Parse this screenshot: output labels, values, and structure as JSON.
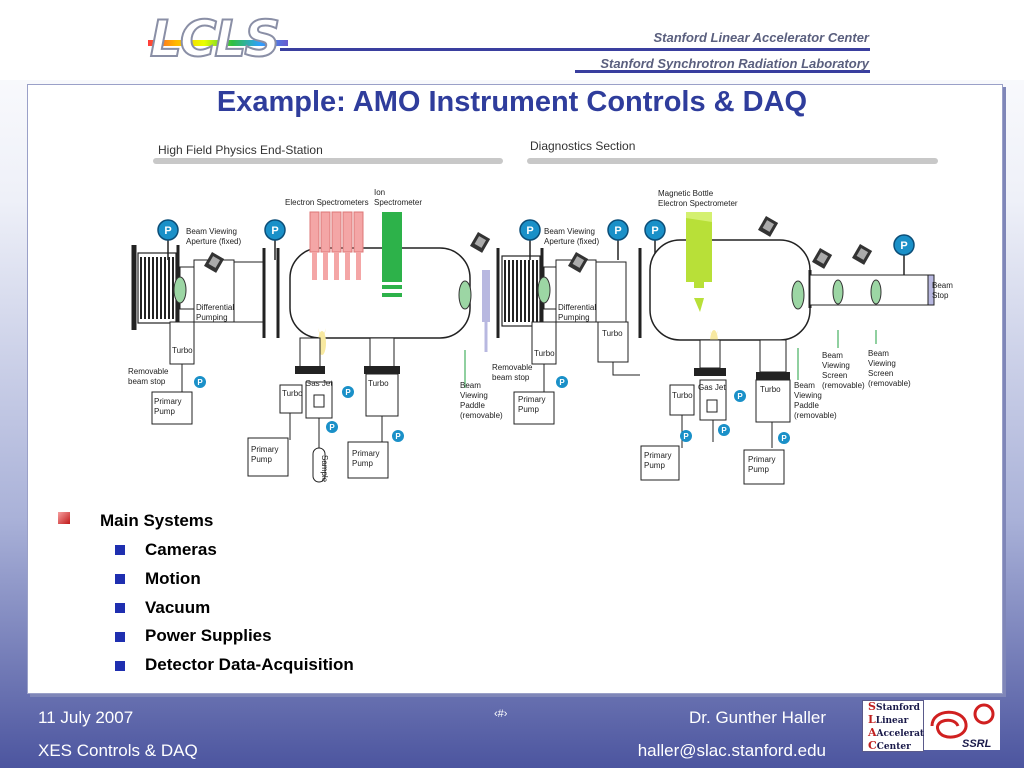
{
  "header": {
    "logo": "LCLS",
    "org_line1": "Stanford Linear Accelerator Center",
    "org_line2": "Stanford Synchrotron Radiation Laboratory"
  },
  "title": "Example: AMO Instrument Controls & DAQ",
  "diagram": {
    "section_left": "High Field Physics End-Station",
    "section_right": "Diagnostics Section",
    "labels": {
      "beam_viewing_aperture": "Beam Viewing Aperture (fixed)",
      "electron_spectrometers": "Electron Spectrometers",
      "ion_spectrometer": "Ion Spectrometer",
      "differential_pumping": "Differential Pumping",
      "turbo": "Turbo",
      "removable_beam_stop": "Removable beam stop",
      "primary_pump": "Primary Pump",
      "gas_jet": "Gas Jet",
      "sample": "Sample",
      "beam_viewing_paddle": "Beam Viewing Paddle (removable)",
      "magnetic_bottle": "Magnetic Bottle Electron Spectrometer",
      "beam_viewing_screen": "Beam Viewing Screen (removable)",
      "beam_stop": "Beam Stop",
      "p": "P"
    }
  },
  "bullets": {
    "main": "Main Systems",
    "subs": [
      "Cameras",
      "Motion",
      "Vacuum",
      "Power Supplies",
      "Detector Data-Acquisition"
    ]
  },
  "footer": {
    "date": "11 July 2007",
    "page": "‹#›",
    "author": "Dr. Gunther Haller",
    "subject": "XES Controls & DAQ",
    "email": "haller@slac.stanford.edu",
    "slac_logo": [
      "Stanford",
      "Linear",
      "Accelerator",
      "Center"
    ],
    "ssrl_logo": "SSRL"
  },
  "colors": {
    "title": "#2f3d9c",
    "p_badge": "#1a90c8",
    "electron_spectrometers": "#f4a6a6",
    "ion_spectrometer": "#2db24a",
    "magnetic_bottle": "#b8e038",
    "valve": "#90d0a0"
  }
}
